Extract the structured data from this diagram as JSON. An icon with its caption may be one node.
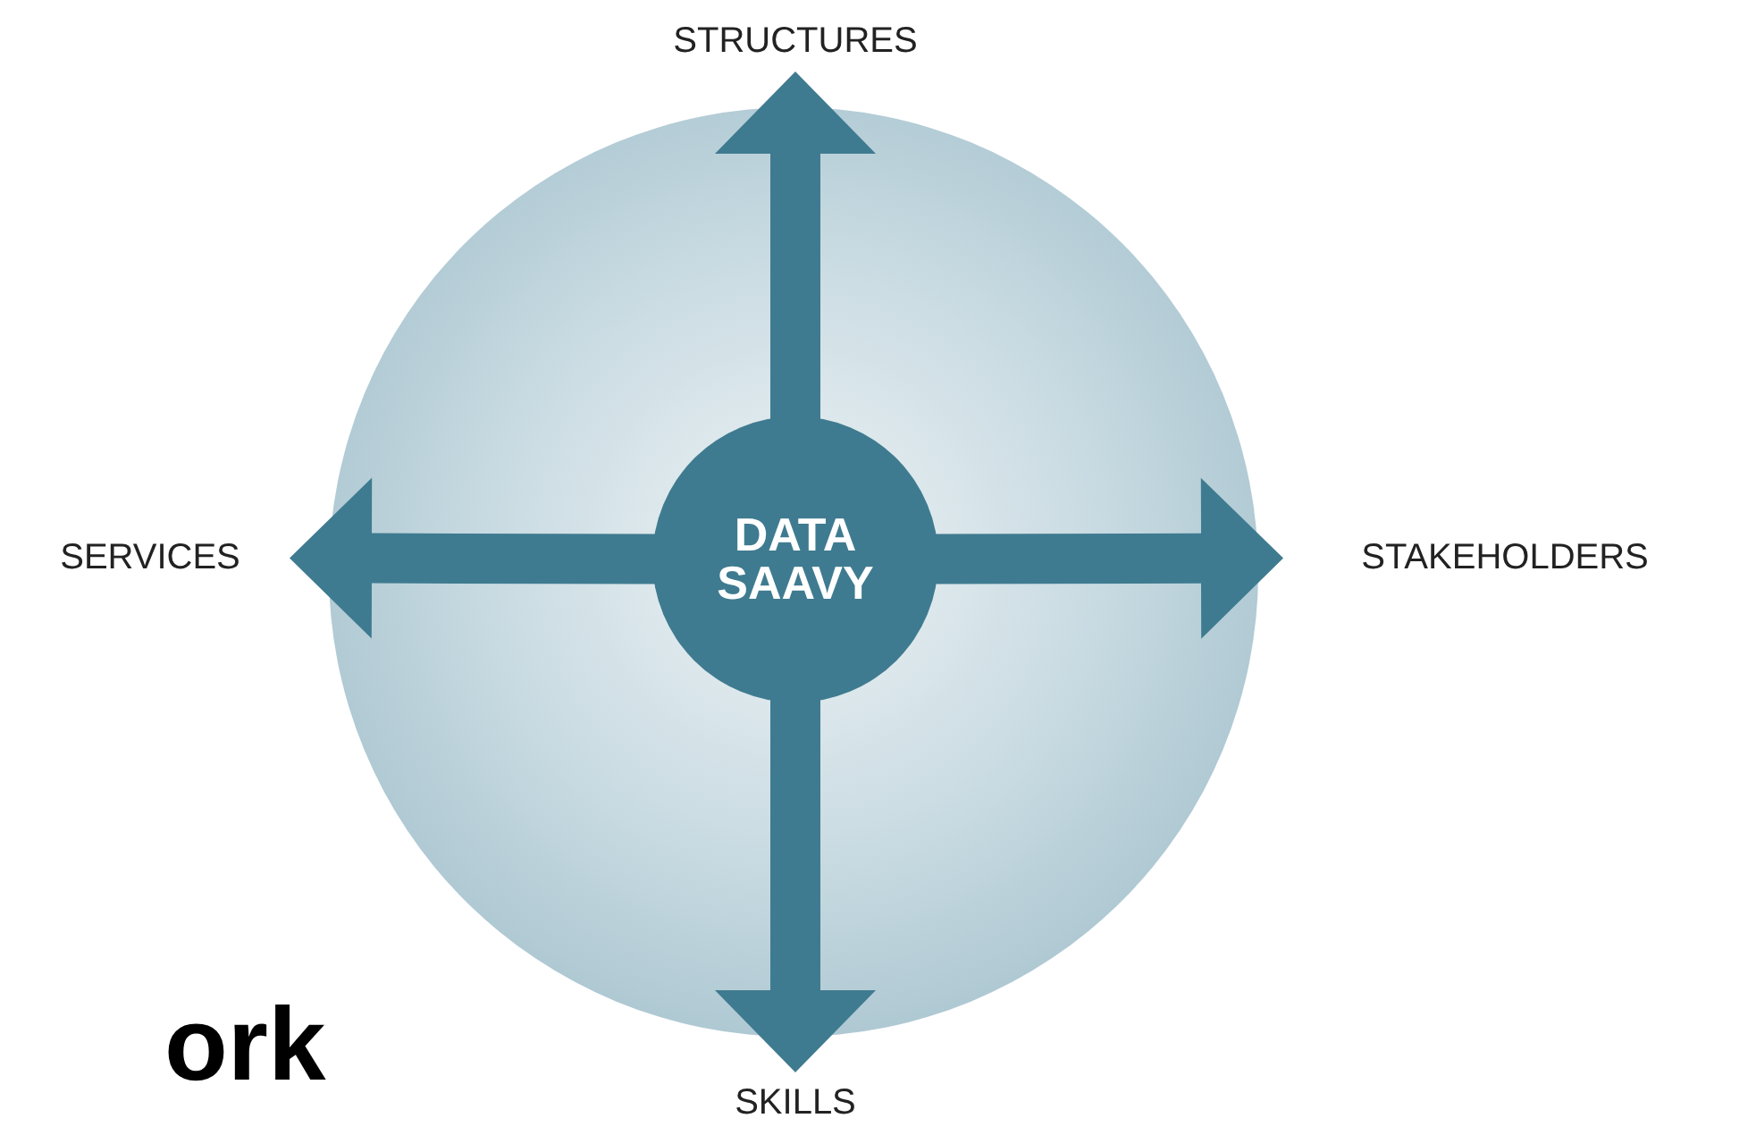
{
  "diagram": {
    "nodes": [
      {
        "text": [
          "STRUCTURES"
        ]
      },
      {
        "text": [
          "SERVICES"
        ]
      },
      {
        "text": [],
        "shape": "circle"
      },
      {
        "text": [
          "DATA SAAVY"
        ],
        "in": 2
      },
      {
        "text": [
          "STAKEHOLDERS"
        ]
      },
      {
        "text": [
          "SKILLS"
        ]
      }
    ],
    "edges": [
      {
        "from": 3,
        "to": 0,
        "arrow": "to",
        "style": "thick"
      },
      {
        "from": 3,
        "to": 1,
        "arrow": "to",
        "style": "thick"
      },
      {
        "from": 3,
        "to": 4,
        "arrow": "to",
        "style": "thick"
      },
      {
        "from": 3,
        "to": 5,
        "arrow": "to",
        "style": "thick"
      }
    ],
    "labels": [
      "ork"
    ]
  }
}
